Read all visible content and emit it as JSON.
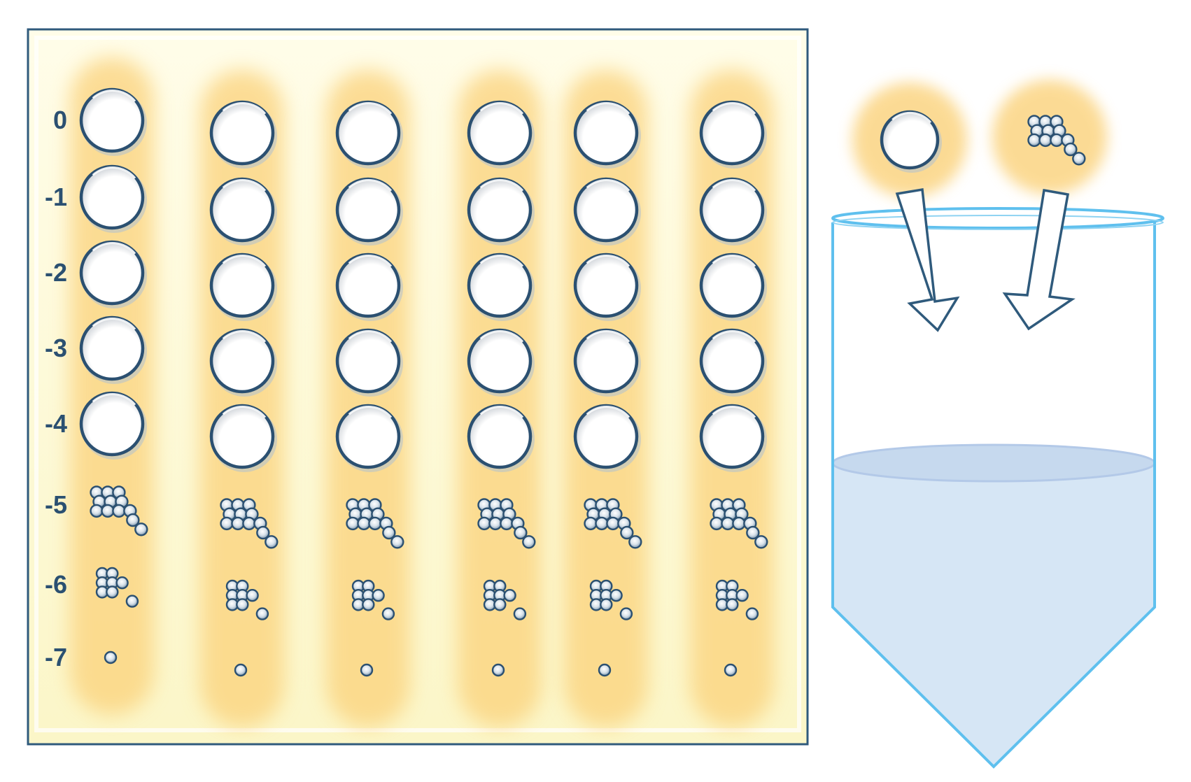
{
  "plate": {
    "row_labels": [
      "0",
      "-1",
      "-2",
      "-3",
      "-4",
      "-5",
      "-6",
      "-7"
    ],
    "column_count": 6,
    "well_stages": [
      "colony",
      "colony",
      "colony",
      "colony",
      "colony",
      "cluster-large",
      "cluster-small",
      "single-cell"
    ]
  },
  "transfer": {
    "sources": [
      {
        "name": "colony-source",
        "stage": "colony"
      },
      {
        "name": "cluster-source",
        "stage": "cluster-large"
      }
    ]
  },
  "colors": {
    "plate_fill": "#fdfbd8",
    "plate_border": "#2f5a7c",
    "lane_glow": "#fbd27a",
    "ring": "#2b5071",
    "label": "#2b5071",
    "tube_outline": "#5fc0ee",
    "tube_liquid": "#d6e6f5",
    "arrow": "#2f5a7c"
  },
  "icons": {
    "well": "circle-well-icon",
    "cluster": "cell-cluster-icon",
    "tube": "conical-tube-icon",
    "arrow": "down-arrow-icon"
  }
}
